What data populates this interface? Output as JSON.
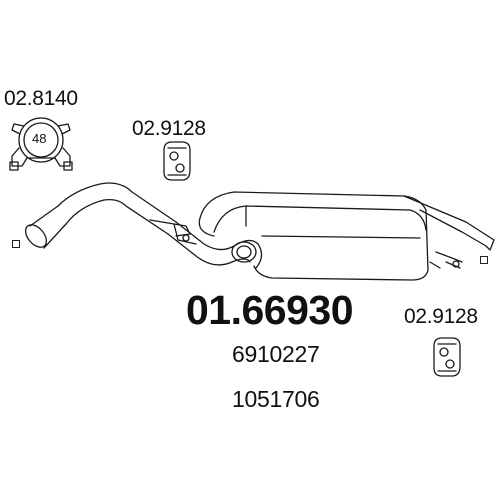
{
  "diagram": {
    "part_number": "01.66930",
    "alt_numbers": [
      "6910227",
      "1051706"
    ],
    "clamp": {
      "ref": "02.8140",
      "size": "48"
    },
    "hangers": [
      {
        "ref": "02.9128"
      },
      {
        "ref": "02.9128"
      }
    ]
  },
  "colors": {
    "line": "#1a1a1a",
    "background": "#ffffff"
  }
}
